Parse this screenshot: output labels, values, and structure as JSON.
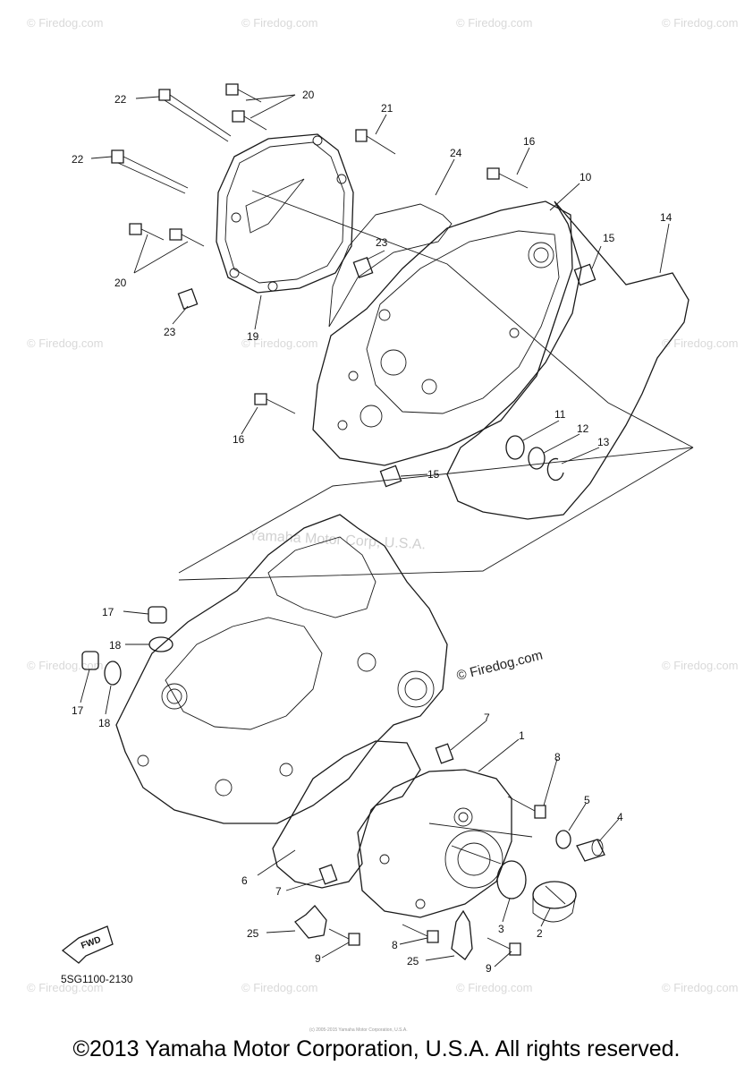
{
  "watermarks": {
    "corner": "© Firedog.com",
    "center": "Yamaha Motor Corp, U.S.A.",
    "dark": "© Firedog.com"
  },
  "callouts": {
    "c1": "1",
    "c2": "2",
    "c3": "3",
    "c4": "4",
    "c5": "5",
    "c6": "6",
    "c7a": "7",
    "c7b": "7",
    "c8a": "8",
    "c8b": "8",
    "c9a": "9",
    "c9b": "9",
    "c10": "10",
    "c11": "11",
    "c12": "12",
    "c13": "13",
    "c14": "14",
    "c15a": "15",
    "c15b": "15",
    "c16a": "16",
    "c16b": "16",
    "c17a": "17",
    "c17b": "17",
    "c18a": "18",
    "c18b": "18",
    "c19": "19",
    "c20a": "20",
    "c20b": "20",
    "c21": "21",
    "c22a": "22",
    "c22b": "22",
    "c23a": "23",
    "c23b": "23",
    "c24": "24",
    "c25a": "25",
    "c25b": "25"
  },
  "fwd_label": "FWD",
  "diagram_code": "5SG1100-2130",
  "fine_print": "(c) 2005-2015 Yamaha Motor Corporation, U.S.A.",
  "copyright": "©2013 Yamaha Motor Corporation, U.S.A. All rights reserved.",
  "colors": {
    "line": "#1a1a1a",
    "watermark": "#d9d9d9",
    "background": "#ffffff"
  }
}
